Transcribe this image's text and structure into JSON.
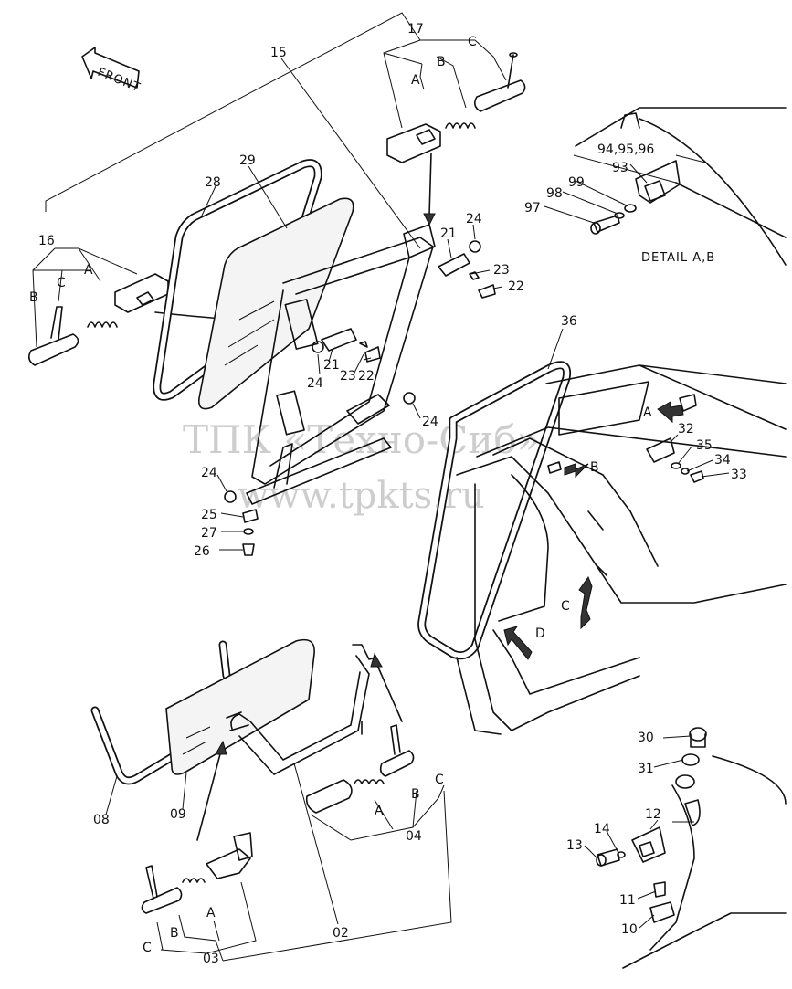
{
  "orientation": {
    "front_label": "FRONT"
  },
  "watermark": {
    "line1": "ТПК «Техно-Сиб»",
    "line2": "www.tpkts.ru"
  },
  "detail_label": "DETAIL A,B",
  "callouts": {
    "p15": "15",
    "p17": "17",
    "p16": "16",
    "p28": "28",
    "p29": "29",
    "p21a": "21",
    "p24a": "24",
    "p23a": "23",
    "p22a": "22",
    "p21b": "21",
    "p24b": "24",
    "p23b": "23",
    "p22b": "22",
    "p24c": "24",
    "p24d": "24",
    "p25": "25",
    "p27": "27",
    "p26": "26",
    "p36": "36",
    "p32": "32",
    "p35": "35",
    "p34": "34",
    "p33": "33",
    "p9496": "94,95,96",
    "p93": "93",
    "p99": "99",
    "p98": "98",
    "p97": "97",
    "p30": "30",
    "p31": "31",
    "p12": "12",
    "p14": "14",
    "p13": "13",
    "p11": "11",
    "p10": "10",
    "p08": "08",
    "p09": "09",
    "p04": "04",
    "p02": "02",
    "p03": "03"
  },
  "sub_letters": {
    "a17": "A",
    "b17": "B",
    "c17": "C",
    "a16": "A",
    "b16": "B",
    "c16": "C",
    "a04": "A",
    "b04": "B",
    "c04": "C",
    "a03": "A",
    "b03": "B",
    "c03": "C",
    "arrA": "A",
    "arrB": "B",
    "arrC": "C",
    "arrD": "D"
  }
}
